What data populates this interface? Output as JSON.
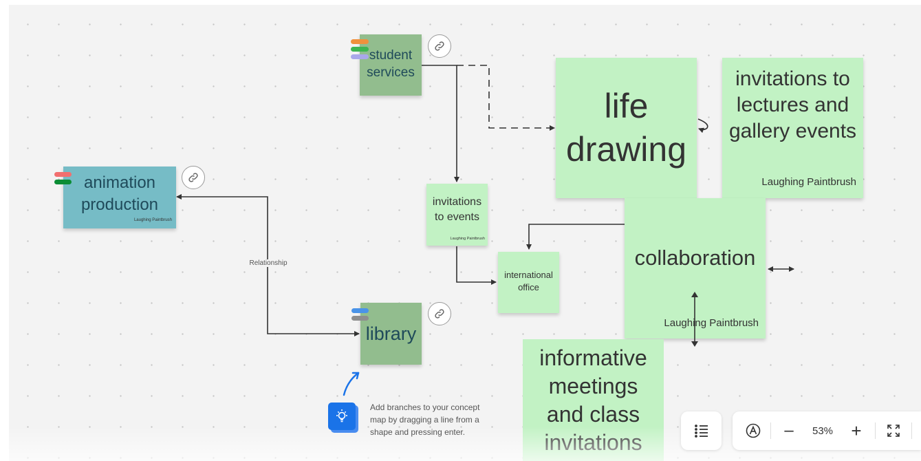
{
  "canvas": {
    "notes": {
      "student_services": {
        "text": "student services"
      },
      "animation_production": {
        "text": "animation production",
        "signature": "Laughing Paintbrush"
      },
      "library": {
        "text": "library"
      },
      "invitations_to_events": {
        "text": "invitations to events",
        "signature": "Laughing Paintbrush"
      },
      "international_office": {
        "text": "international office"
      },
      "life_drawing": {
        "text": "life drawing"
      },
      "invitations_lectures": {
        "text": "invitations to lectures and gallery events",
        "signature": "Laughing Paintbrush"
      },
      "collaboration": {
        "text": "collaboration",
        "signature": "Laughing Paintbrush"
      },
      "informative_meetings": {
        "text": "informative meetings and class invitations"
      }
    },
    "connector_label": "Relationship",
    "colors": {
      "teal_note": "#76bcc6",
      "sage_note": "#92bd8e",
      "light_green_note": "#c2f2c4",
      "tag_orange": "#f0913c",
      "tag_green": "#3eb552",
      "tag_lavender": "#a9a8ea",
      "tag_red": "#f26f6f",
      "tag_dark_green": "#0c8d35",
      "tag_blue": "#4a93e8",
      "tag_gray": "#8e8e8e",
      "tip_blue": "#1a73e8"
    }
  },
  "tip": {
    "icon": "lightbulb-icon",
    "text": "Add branches to your concept map by dragging a line from a shape and pressing enter."
  },
  "toolbar": {
    "outline_icon": "list-icon",
    "accessibility_icon": "a-circle-icon",
    "zoom_out": "–",
    "zoom_level": "53%",
    "zoom_in": "+",
    "fullscreen_icon": "expand-icon"
  }
}
